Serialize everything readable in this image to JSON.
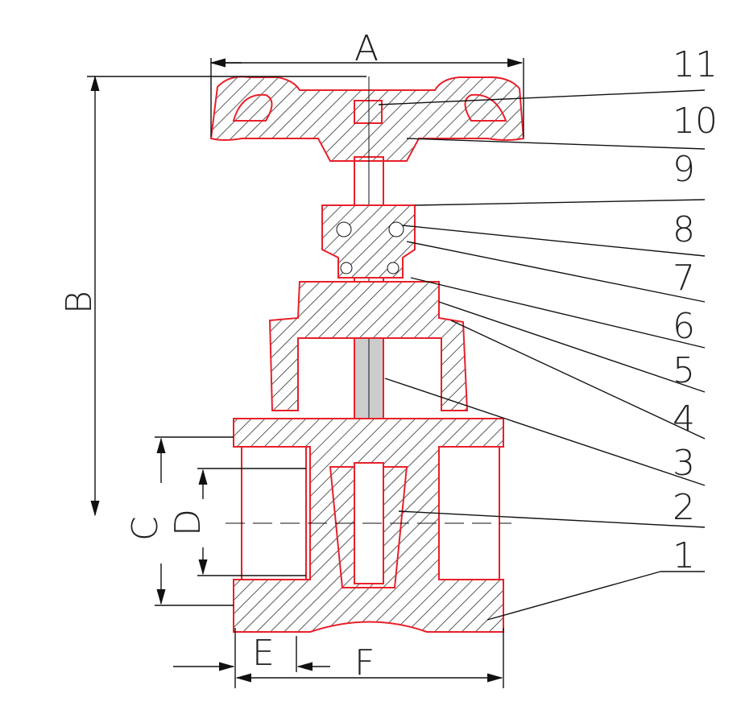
{
  "dimensions": [
    "A",
    "B",
    "C",
    "D",
    "E",
    "F"
  ],
  "parts": [
    "1",
    "2",
    "3",
    "4",
    "5",
    "6",
    "7",
    "8",
    "9",
    "10",
    "11"
  ],
  "colors": {
    "outline": "#e8202a",
    "dimension": "#111111"
  }
}
